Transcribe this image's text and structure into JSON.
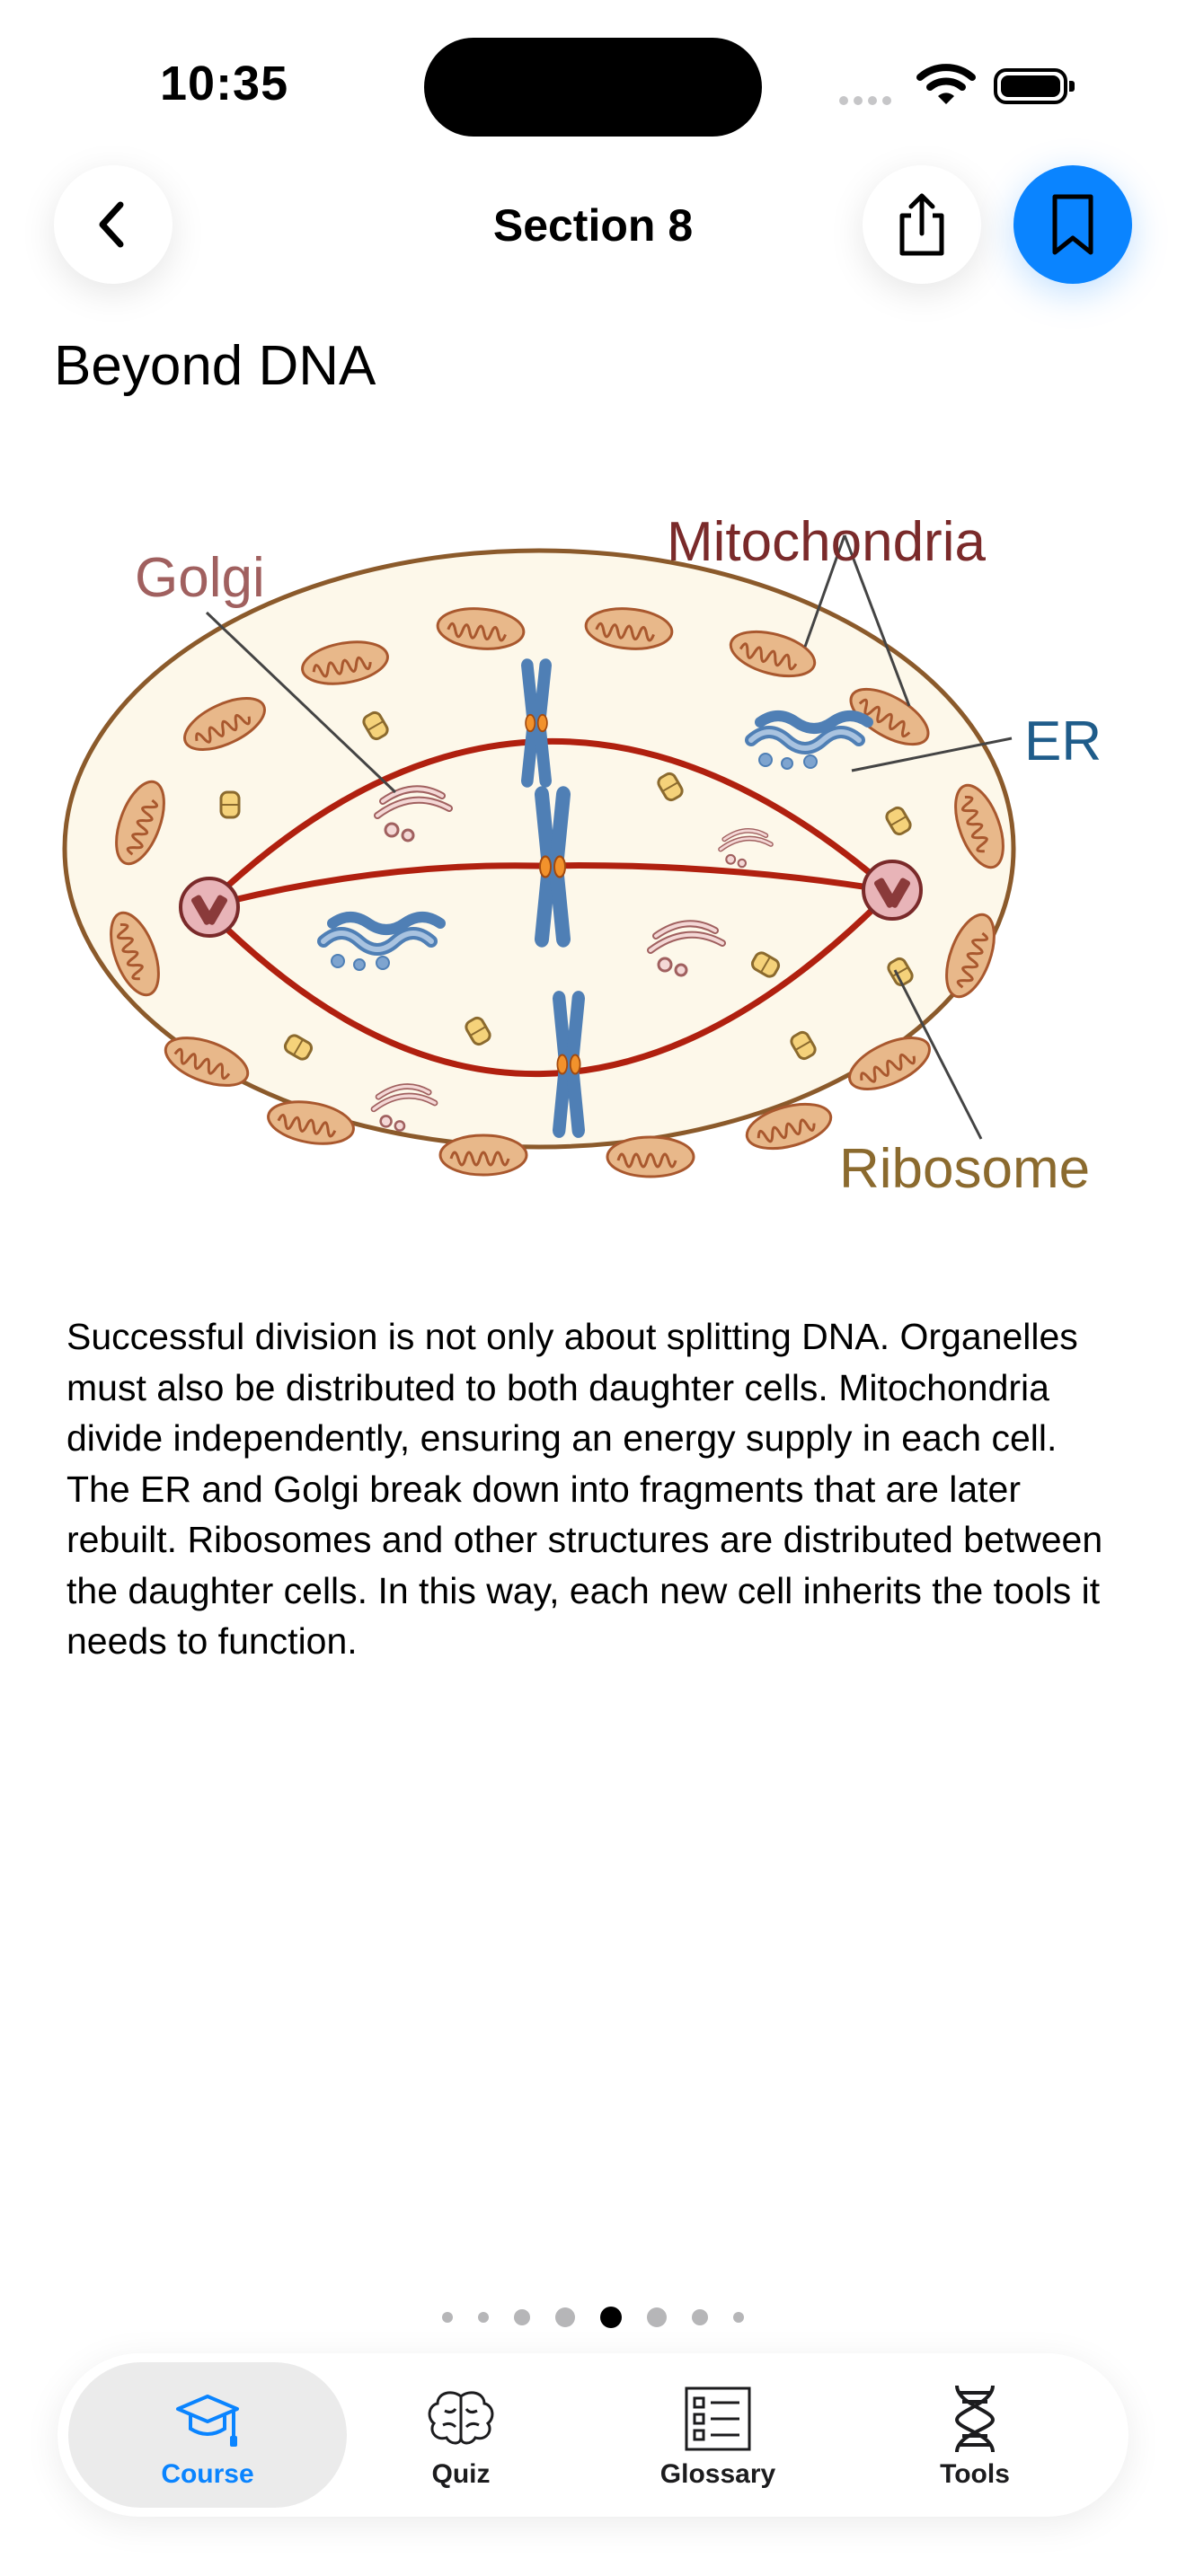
{
  "status": {
    "time": "10:35"
  },
  "nav": {
    "title": "Section 8"
  },
  "page": {
    "title": "Beyond DNA"
  },
  "diagram": {
    "labels": {
      "golgi": "Golgi",
      "mitochondria": "Mitochondria",
      "er": "ER",
      "ribosome": "Ribosome"
    },
    "colors": {
      "golgi": "#a0605f",
      "mitochondria": "#7a2a2a",
      "er": "#1f5c8a",
      "ribosome": "#8b6a2e"
    }
  },
  "body": {
    "text": "Successful division is not only about splitting DNA. Organelles must also be distributed to both daughter cells. Mitochondria divide independently, ensuring an energy supply in each cell. The ER and Golgi break down into fragments that are later rebuilt. Ribosomes and other structures are distributed between the daughter cells. In this way, each new cell inherits the tools it needs to function."
  },
  "pager": {
    "total": 8,
    "current": 5
  },
  "tabs": [
    {
      "label": "Course",
      "icon": "graduation-cap-icon",
      "active": true
    },
    {
      "label": "Quiz",
      "icon": "brain-icon",
      "active": false
    },
    {
      "label": "Glossary",
      "icon": "list-icon",
      "active": false
    },
    {
      "label": "Tools",
      "icon": "dna-icon",
      "active": false
    }
  ],
  "colors": {
    "accent": "#0a84ff"
  }
}
